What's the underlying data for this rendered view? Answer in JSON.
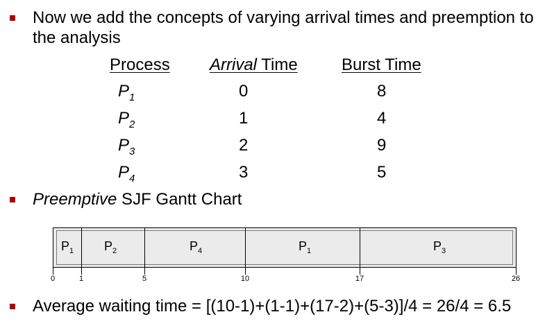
{
  "bullets": {
    "line1": "Now we add the concepts of varying arrival times and preemption to",
    "line2": "the analysis",
    "gantt_heading_italic": "Preemptive",
    "gantt_heading_rest": " SJF Gantt Chart",
    "avg_wait": "Average waiting time = [(10-1)+(1-1)+(17-2)+(5-3)]/4 = 26/4 = 6.5"
  },
  "table": {
    "headers": {
      "process": "Process",
      "arrival_italic": "Arrival",
      "arrival_rest": " Time",
      "burst": "Burst Time"
    },
    "rows": [
      {
        "p": "P",
        "sub": "1",
        "arrival": "0",
        "burst": "8"
      },
      {
        "p": "P",
        "sub": "2",
        "arrival": "1",
        "burst": "4"
      },
      {
        "p": "P",
        "sub": "3",
        "arrival": "2",
        "burst": "9"
      },
      {
        "p": "P",
        "sub": "4",
        "arrival": "3",
        "burst": "5"
      }
    ]
  },
  "gantt": {
    "segments": [
      {
        "p": "P",
        "sub": "1"
      },
      {
        "p": "P",
        "sub": "2"
      },
      {
        "p": "P",
        "sub": "4"
      },
      {
        "p": "P",
        "sub": "1"
      },
      {
        "p": "P",
        "sub": "3"
      }
    ],
    "times": [
      "0",
      "1",
      "5",
      "10",
      "17",
      "26"
    ]
  },
  "colors": {
    "bullet": "#b00000",
    "gantt_fill": "#ebebeb"
  }
}
